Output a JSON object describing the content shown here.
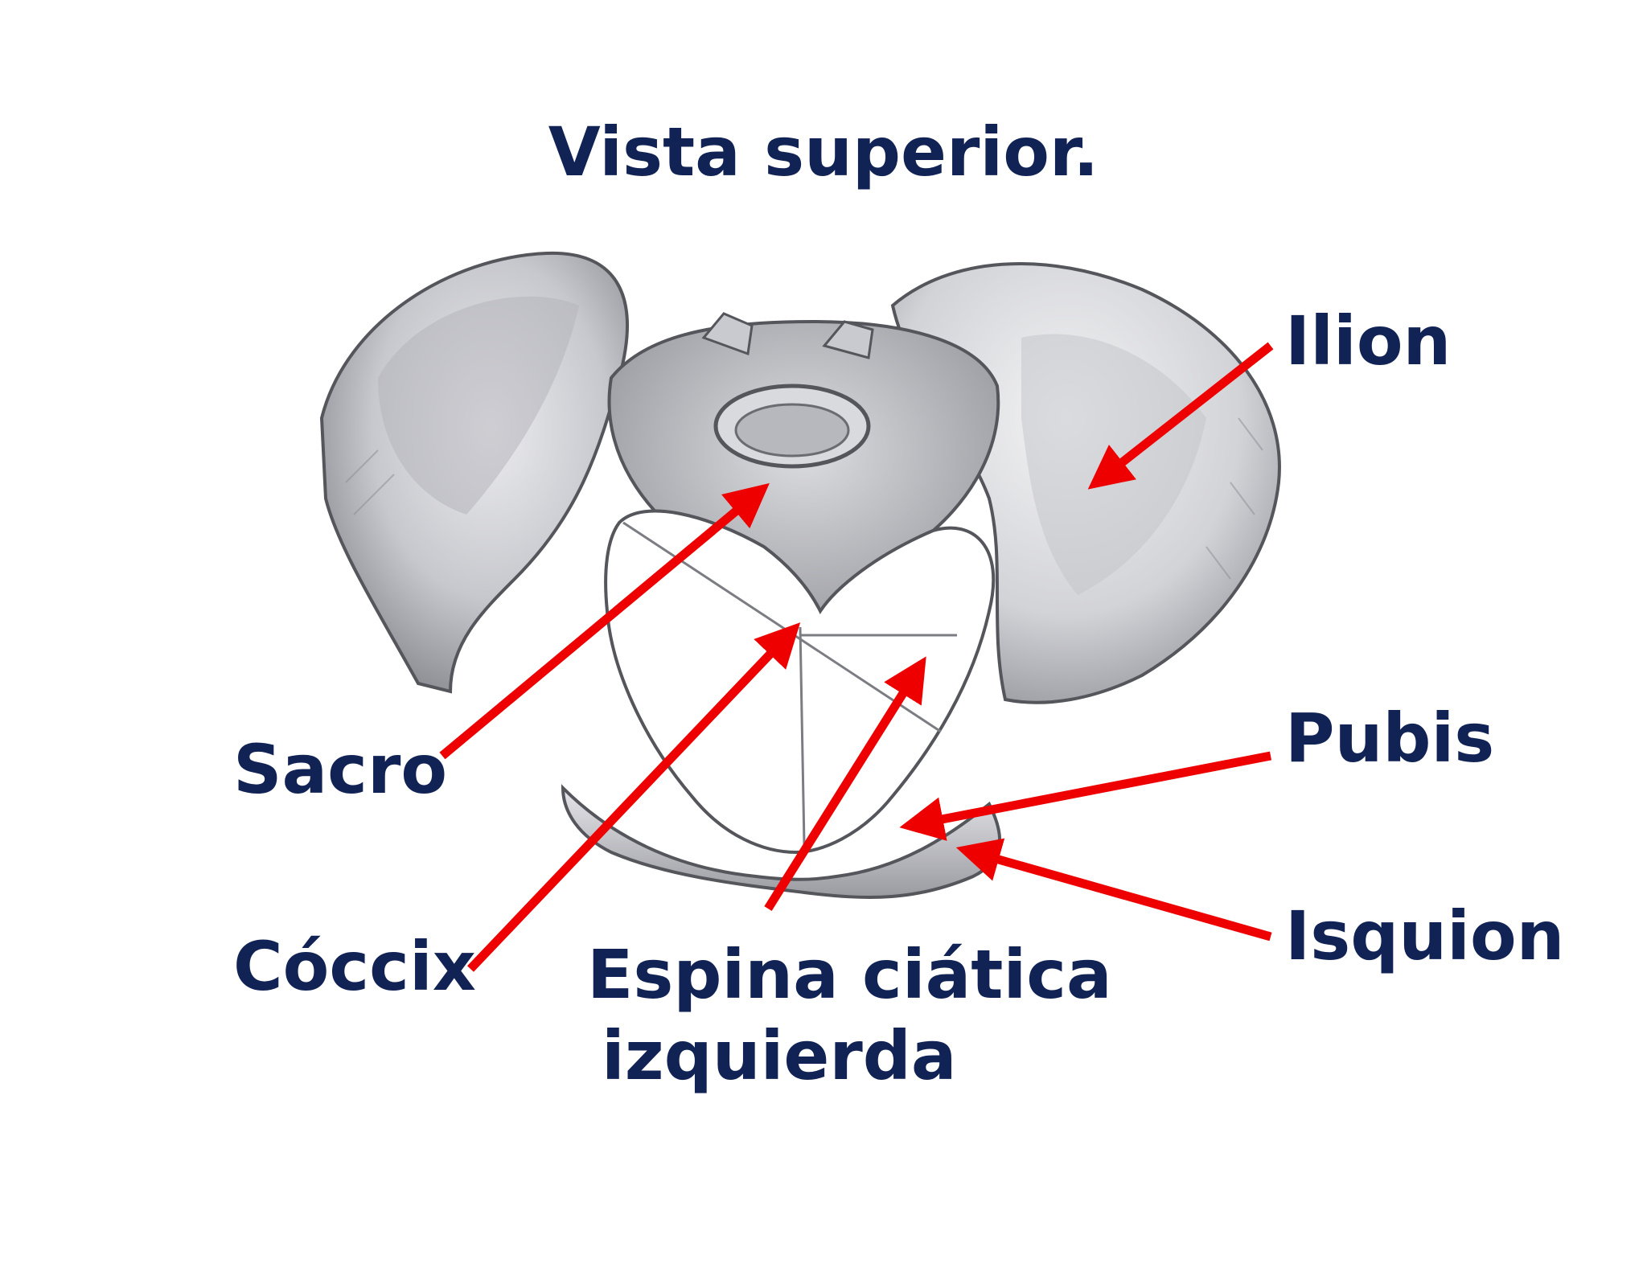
{
  "title": "Vista superior.",
  "colors": {
    "label_text": "#112255",
    "arrow": "#ee0000",
    "bone_light": "#f2f2f4",
    "bone_mid": "#c9cacf",
    "bone_dark": "#8b8c93",
    "background": "#ffffff"
  },
  "illustration": {
    "icon": "pelvis-illustration-icon"
  },
  "labels": {
    "ilion": "Ilion",
    "sacro": "Sacro",
    "pubis": "Pubis",
    "coccix": "Cóccix",
    "espina_line1": "Espina ciática",
    "espina_line2": "izquierda",
    "isquion": "Isquion"
  }
}
